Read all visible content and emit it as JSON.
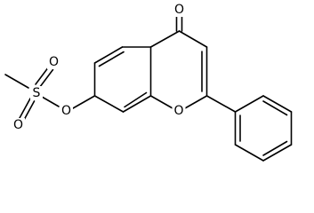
{
  "molecule": {
    "atoms": {
      "carbonyl_oxygen": "O",
      "ring_oxygen": "O",
      "ester_oxygen": "O",
      "sulfonyl_oxygen_top": "O",
      "sulfonyl_oxygen_bottom": "O",
      "sulfur": "S"
    }
  }
}
